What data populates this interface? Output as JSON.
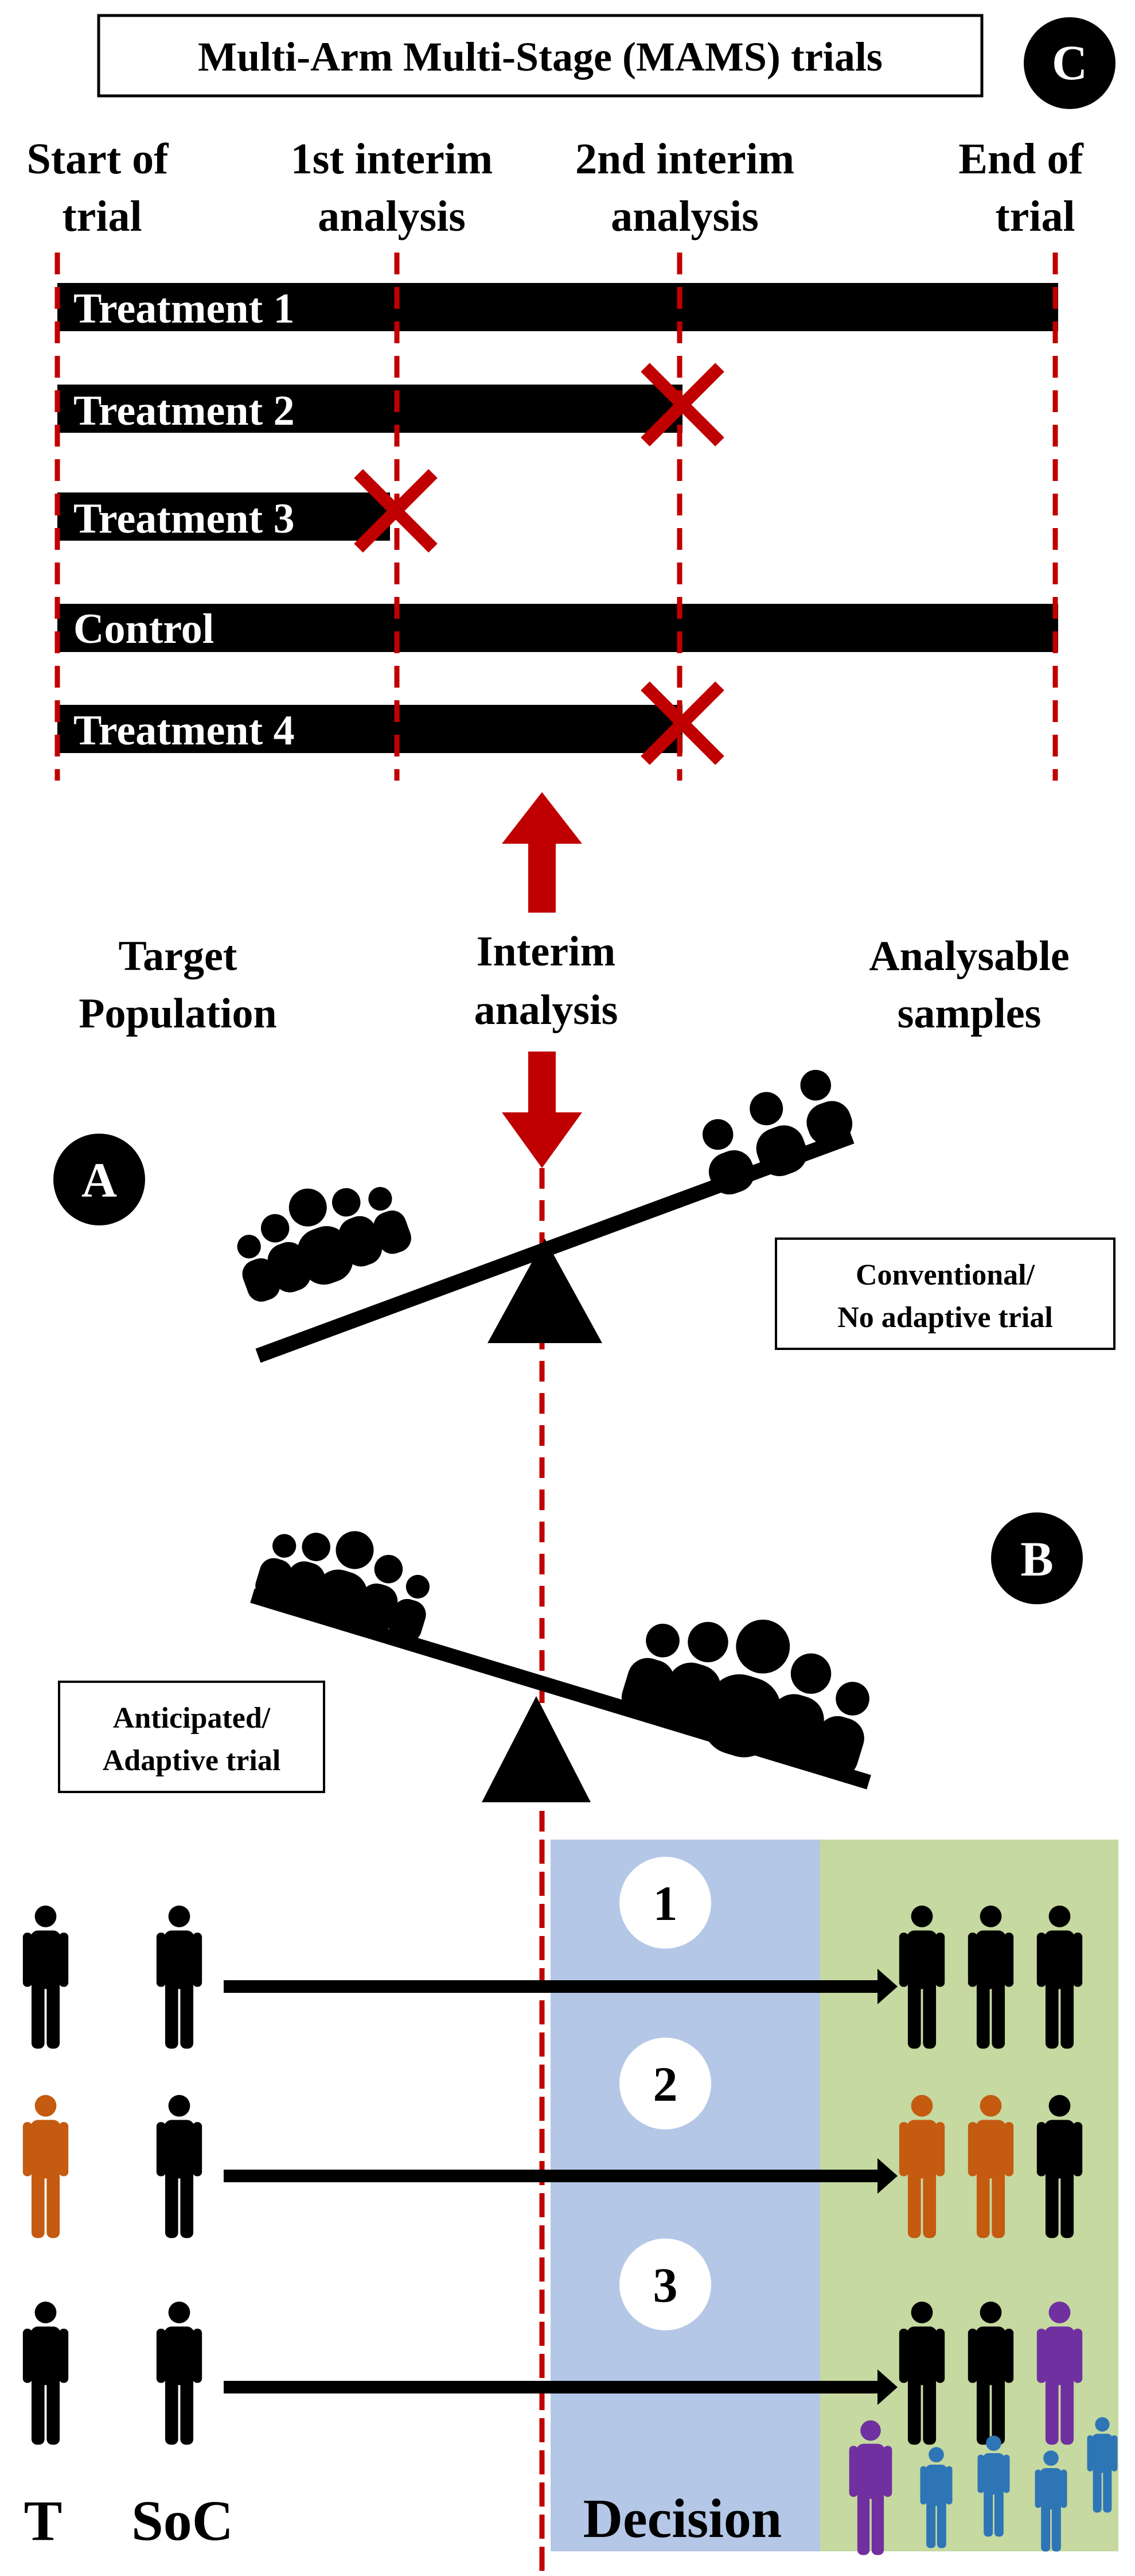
{
  "panel_c": {
    "badge": "C",
    "title": "Multi-Arm Multi-Stage (MAMS) trials",
    "timeline_headers": [
      {
        "line1": "Start of",
        "line2": "trial"
      },
      {
        "line1": "1st interim",
        "line2": "analysis"
      },
      {
        "line1": "2nd interim",
        "line2": "analysis"
      },
      {
        "line1": "End of",
        "line2": "trial"
      }
    ],
    "arms": [
      {
        "label": "Treatment 1",
        "stopped_at": "end of trial"
      },
      {
        "label": "Treatment 2",
        "stopped_at": "2nd interim analysis"
      },
      {
        "label": "Treatment 3",
        "stopped_at": "1st interim analysis"
      },
      {
        "label": "Control",
        "stopped_at": "end of trial"
      },
      {
        "label": "Treatment 4",
        "stopped_at": "2nd interim analysis"
      }
    ]
  },
  "middle": {
    "left_label": {
      "line1": "Target",
      "line2": "Population"
    },
    "center_label": {
      "line1": "Interim",
      "line2": "analysis"
    },
    "right_label": {
      "line1": "Analysable",
      "line2": "samples"
    }
  },
  "panel_a": {
    "badge": "A",
    "box_label": {
      "line1": "Conventional/",
      "line2": "No adaptive trial"
    }
  },
  "panel_b": {
    "badge": "B",
    "box_label": {
      "line1": "Anticipated/",
      "line2": "Adaptive trial"
    }
  },
  "rows": {
    "numbers": [
      "1",
      "2",
      "3"
    ],
    "t_label": "T",
    "soc_label": "SoC",
    "decision_label": "Decision"
  },
  "colors": {
    "red": "#C00000",
    "black": "#000000",
    "orange": "#C55A11",
    "purple": "#7030A0",
    "blue": "#2E75B6",
    "decision_bg": "#B4C7E7",
    "samples_bg": "#C5D9A0"
  },
  "icons": [
    "cross-icon",
    "arrow-up-icon",
    "arrow-down-icon",
    "crowd-icon",
    "seesaw-icon",
    "person-icon",
    "arrow-right-icon"
  ]
}
